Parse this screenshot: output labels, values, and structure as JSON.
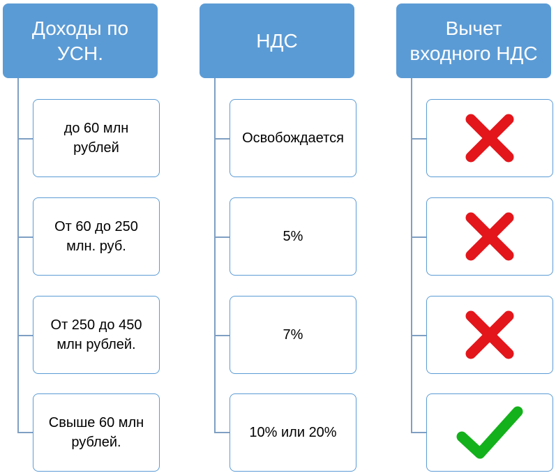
{
  "columns": [
    {
      "header": [
        "Доходы по",
        "УСН."
      ],
      "cells": [
        [
          "до 60 млн",
          "рублей"
        ],
        [
          "От 60 до 250",
          "млн. руб."
        ],
        [
          "От 250 до 450",
          "млн рублей."
        ],
        [
          "Свыше 60 млн",
          "рублей."
        ]
      ]
    },
    {
      "header": [
        "НДС"
      ],
      "cells": [
        [
          "Освобождается"
        ],
        [
          "5%"
        ],
        [
          "7%"
        ],
        [
          "10% или 20%"
        ]
      ]
    },
    {
      "header": [
        "Вычет",
        "входного НДС"
      ],
      "marks": [
        "cross-icon",
        "cross-icon",
        "cross-icon",
        "check-icon"
      ]
    }
  ],
  "colors": {
    "header_fill": "#5b9bd5",
    "cell_border": "#5b9bd5",
    "connector": "#7f9fc3",
    "cross": "#e3161b",
    "check": "#13b11b"
  }
}
